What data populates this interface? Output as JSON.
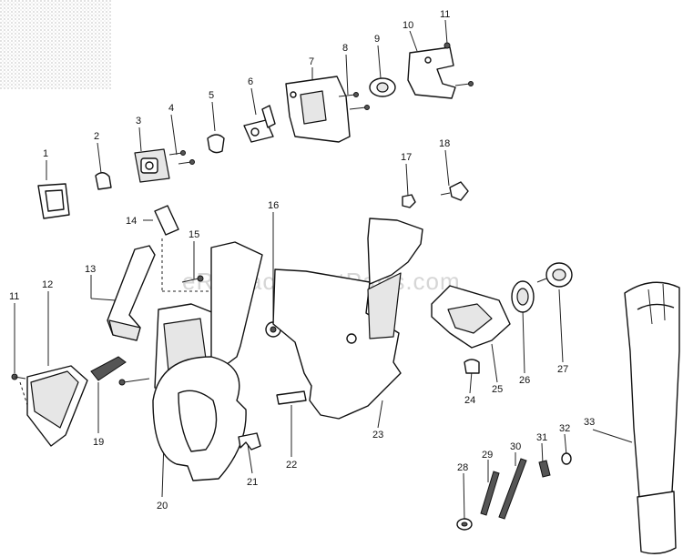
{
  "watermark": "eReplacementParts.com",
  "labels": [
    "1",
    "2",
    "3",
    "4",
    "5",
    "6",
    "7",
    "8",
    "9",
    "10",
    "11",
    "11",
    "12",
    "13",
    "14",
    "15",
    "16",
    "17",
    "18",
    "19",
    "20",
    "21",
    "22",
    "23",
    "24",
    "25",
    "26",
    "27",
    "28",
    "29",
    "30",
    "31",
    "32",
    "33"
  ]
}
